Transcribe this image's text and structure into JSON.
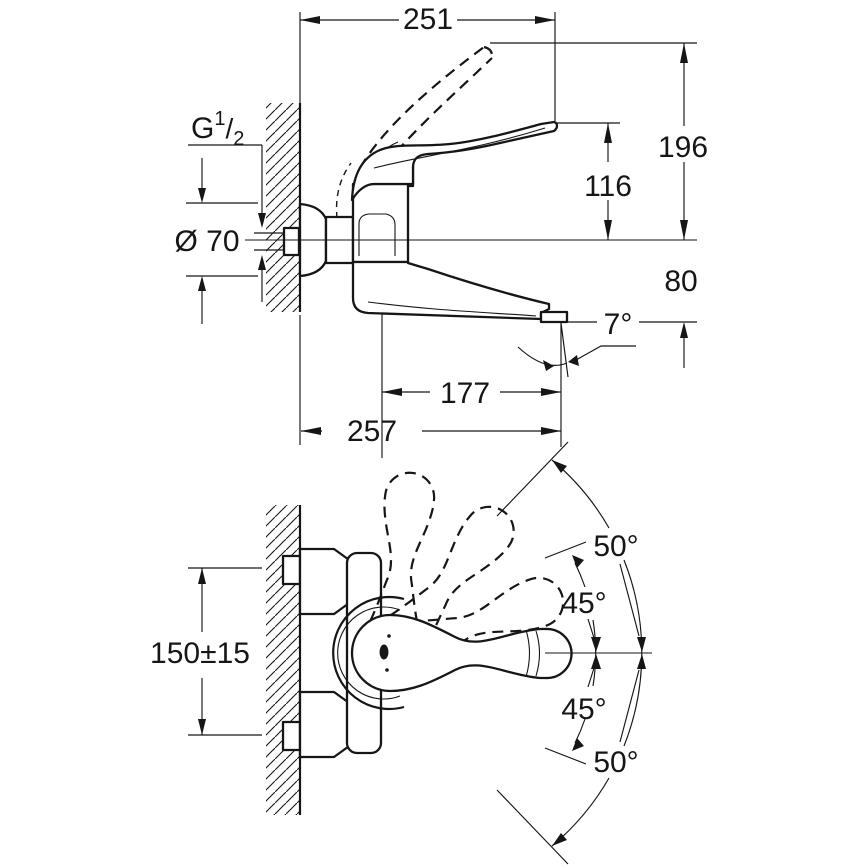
{
  "drawing": {
    "kind": "faucet dimensional technical drawing",
    "colors": {
      "line": "#161616",
      "background": "#ffffff"
    },
    "top_view": {
      "dim_wall_to_lever_tip": "251",
      "thread_label": {
        "g": "G",
        "sup": "1",
        "slash": "/",
        "sub": "2"
      },
      "dim_escutcheon_diameter": "Ø 70",
      "dim_height_total": "196",
      "dim_height_lever": "116",
      "dim_spout_drop": "80",
      "dim_spout_angle": "7°",
      "dim_center_to_outlet": "177",
      "dim_wall_to_outlet": "257"
    },
    "bottom_view": {
      "dim_connection_spacing": "150±15",
      "angle_upper_outer": "50°",
      "angle_upper_inner": "45°",
      "angle_lower_inner": "45°",
      "angle_lower_outer": "50°"
    }
  }
}
